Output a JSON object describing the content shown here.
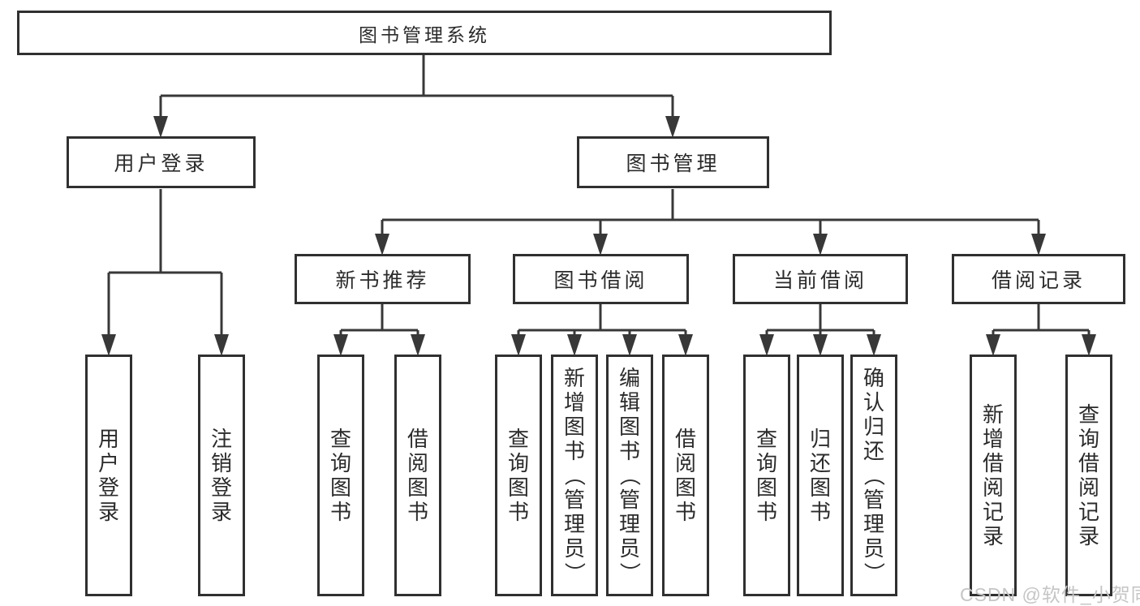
{
  "diagram": {
    "title": "图书管理系统",
    "user_branch": {
      "label": "用户登录",
      "leaves": [
        "用户登录",
        "注销登录"
      ]
    },
    "book_branch": {
      "label": "图书管理",
      "children": [
        {
          "label": "新书推荐",
          "leaves": [
            "查询图书",
            "借阅图书"
          ]
        },
        {
          "label": "图书借阅",
          "leaves": [
            "查询图书",
            "新增图书（管理员）",
            "编辑图书（管理员）",
            "借阅图书"
          ]
        },
        {
          "label": "当前借阅",
          "leaves": [
            "查询图书",
            "归还图书",
            "确认归还（管理员）"
          ]
        },
        {
          "label": "借阅记录",
          "leaves": [
            "新增借阅记录",
            "查询借阅记录"
          ]
        }
      ]
    }
  },
  "watermark": {
    "text": "CSDN @软件_小贺同学"
  },
  "colors": {
    "box_border": "#303030",
    "connector_line": "#383838",
    "text": "#2b2b2b",
    "watermark": "#c5c5c5",
    "background": "#ffffff"
  }
}
